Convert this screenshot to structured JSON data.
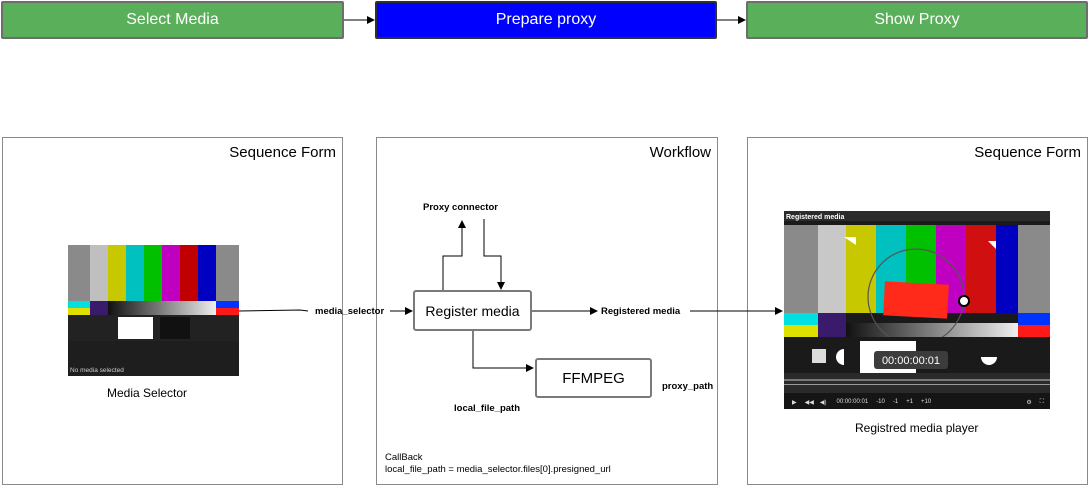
{
  "steps": [
    {
      "label": "Select Media",
      "color": "#5aaf5a"
    },
    {
      "label": "Prepare proxy",
      "color": "#0000ff"
    },
    {
      "label": "Show Proxy",
      "color": "#5aaf5a"
    }
  ],
  "panels": {
    "left": {
      "title": "Sequence Form",
      "caption": "Media Selector",
      "thumb_text": "No media selected"
    },
    "middle": {
      "title": "Workflow",
      "proxy_connector": "Proxy connector",
      "register_media": "Register media",
      "ffmpeg": "FFMPEG",
      "local_file_path": "local_file_path",
      "proxy_path": "proxy_path",
      "callback_title": "CallBack",
      "callback_expr": "local_file_path = media_selector.files[0].presigned_url"
    },
    "right": {
      "title": "Sequence Form",
      "caption": "Registred media player",
      "player_title": "Registered media",
      "timecode": "00:00:00:01",
      "controls_time": "00:00:00:01",
      "controls_steps": [
        "-10",
        "-1",
        "+1",
        "+10"
      ]
    }
  },
  "connectors": {
    "media_selector": "media_selector",
    "registered_media": "Registered media"
  },
  "colors": {
    "bars": [
      "#bfbfbf",
      "#c8c800",
      "#00c0c0",
      "#00c000",
      "#c000c0",
      "#c00000",
      "#0000c0"
    ]
  }
}
